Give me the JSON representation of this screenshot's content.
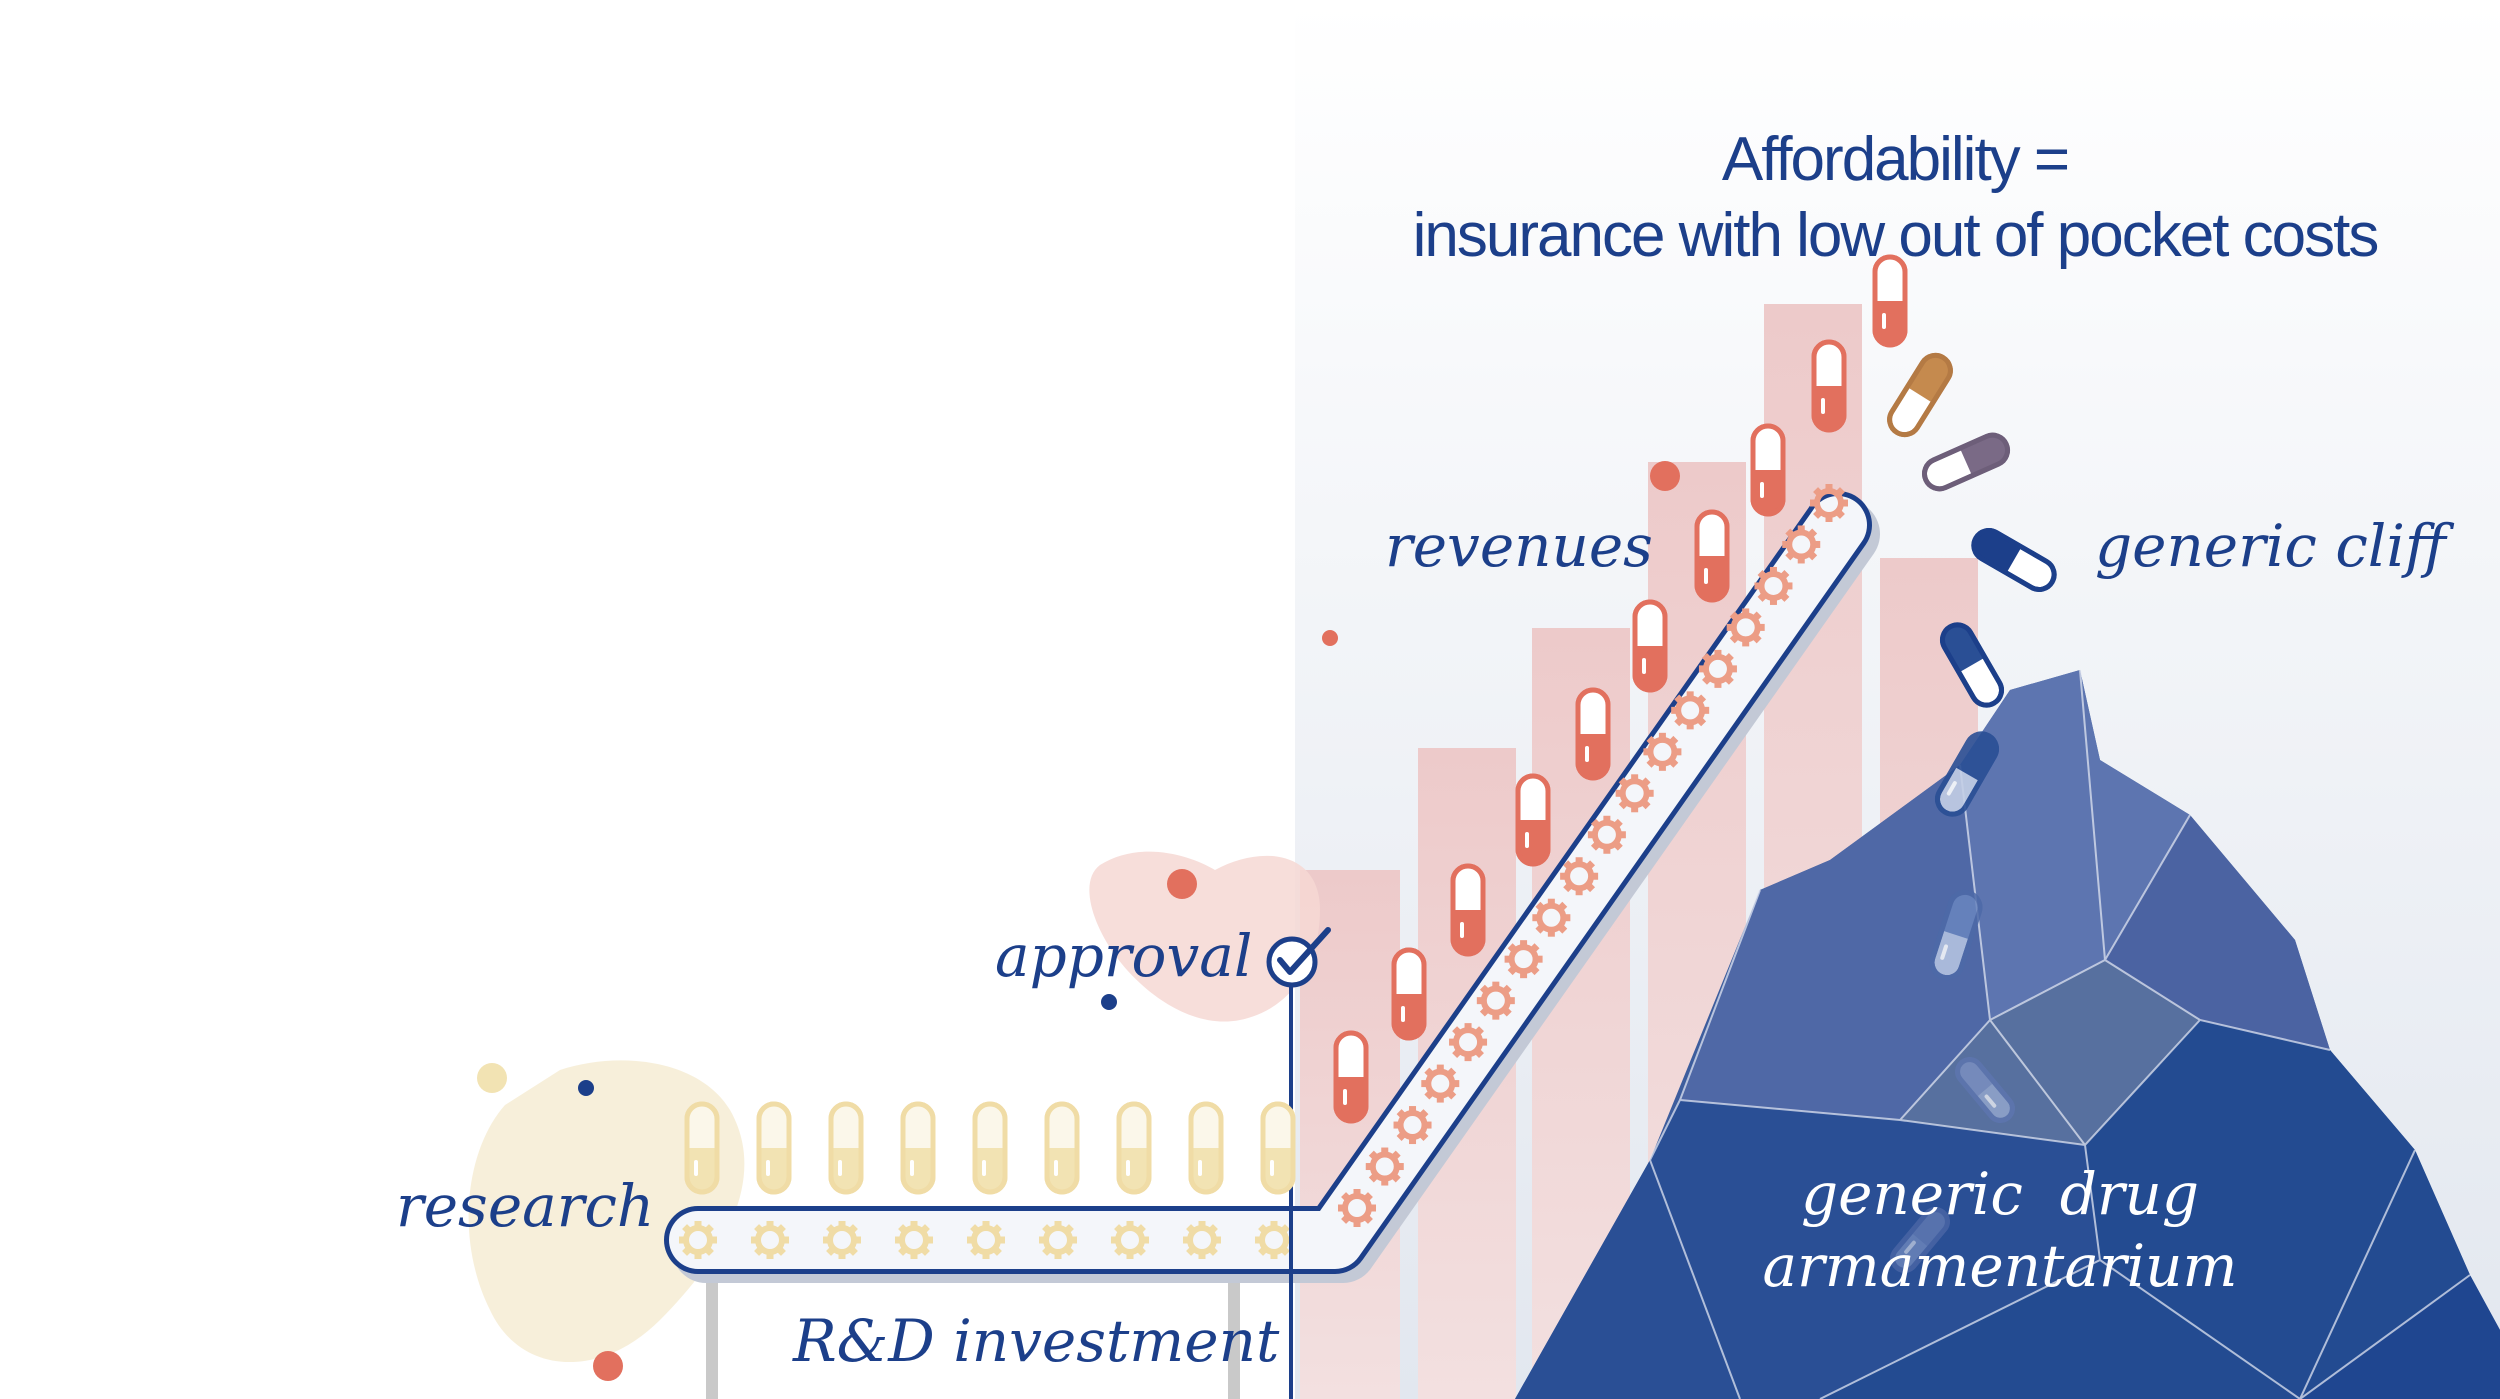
{
  "headline": {
    "line1": "Affordability =",
    "line2": "insurance with low out of pocket costs"
  },
  "labels": {
    "research": "research",
    "rd_investment": "R&D investment",
    "approval": "approval",
    "revenues": "revenues",
    "generic_cliff": "generic cliff",
    "generic_drug_line1": "generic  drug",
    "generic_drug_line2": "armamentarium"
  },
  "colors": {
    "navy": "#1c3f8a",
    "coral": "#e2705e",
    "cream": "#f2e3b3",
    "bar_pink": "#eccfcf",
    "mountain_dark": "#24498f",
    "mountain_light": "#5a6fab",
    "pre_approval_pill": "#f2e3b3",
    "post_approval_pill": "#e2705e"
  },
  "icons": [
    "checkmark-circle-icon",
    "capsule-icon",
    "gear-icon"
  ]
}
